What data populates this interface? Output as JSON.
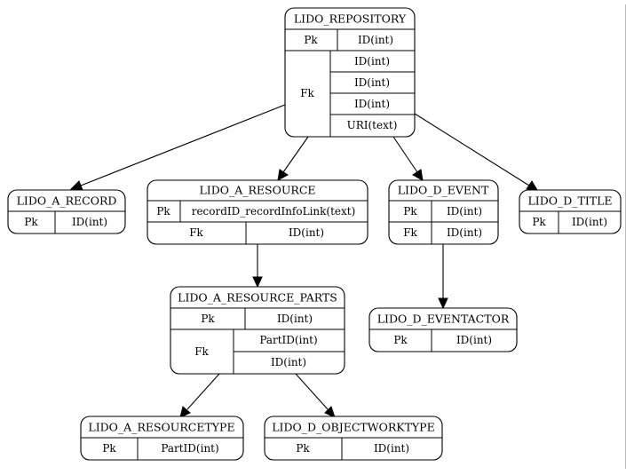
{
  "entities": {
    "lido_repository": {
      "title": "LIDO_REPOSITORY",
      "pk_label": "Pk",
      "pk_value": "ID(int)",
      "fk_label": "Fk",
      "fk_values": [
        "ID(int)",
        "ID(int)",
        "ID(int)",
        "URI(text)"
      ]
    },
    "lido_a_record": {
      "title": "LIDO_A_RECORD",
      "pk_label": "Pk",
      "pk_value": "ID(int)"
    },
    "lido_a_resource": {
      "title": "LIDO_A_RESOURCE",
      "pk_label": "Pk",
      "pk_value": "recordID_recordInfoLink(text)",
      "fk_label": "Fk",
      "fk_value": "ID(int)"
    },
    "lido_d_event": {
      "title": "LIDO_D_EVENT",
      "pk_label": "Pk",
      "pk_value": "ID(int)",
      "fk_label": "Fk",
      "fk_value": "ID(int)"
    },
    "lido_d_title": {
      "title": "LIDO_D_TITLE",
      "pk_label": "Pk",
      "pk_value": "ID(int)"
    },
    "lido_a_resource_parts": {
      "title": "LIDO_A_RESOURCE_PARTS",
      "pk_label": "Pk",
      "pk_value": "ID(int)",
      "fk_label": "Fk",
      "fk_values": [
        "PartID(int)",
        "ID(int)"
      ]
    },
    "lido_d_eventactor": {
      "title": "LIDO_D_EVENTACTOR",
      "pk_label": "Pk",
      "pk_value": "ID(int)"
    },
    "lido_a_resourcetype": {
      "title": "LIDO_A_RESOURCETYPE",
      "pk_label": "Pk",
      "pk_value": "PartID(int)"
    },
    "lido_d_objectworktype": {
      "title": "LIDO_D_OBJECTWORKTYPE",
      "pk_label": "Pk",
      "pk_value": "ID(int)"
    }
  },
  "relationships": [
    {
      "from": "LIDO_REPOSITORY",
      "to": "LIDO_A_RECORD"
    },
    {
      "from": "LIDO_REPOSITORY",
      "to": "LIDO_A_RESOURCE"
    },
    {
      "from": "LIDO_REPOSITORY",
      "to": "LIDO_D_EVENT"
    },
    {
      "from": "LIDO_REPOSITORY",
      "to": "LIDO_D_TITLE"
    },
    {
      "from": "LIDO_A_RESOURCE",
      "to": "LIDO_A_RESOURCE_PARTS"
    },
    {
      "from": "LIDO_D_EVENT",
      "to": "LIDO_D_EVENTACTOR"
    },
    {
      "from": "LIDO_A_RESOURCE_PARTS",
      "to": "LIDO_A_RESOURCETYPE"
    },
    {
      "from": "LIDO_A_RESOURCE_PARTS",
      "to": "LIDO_D_OBJECTWORKTYPE"
    }
  ]
}
